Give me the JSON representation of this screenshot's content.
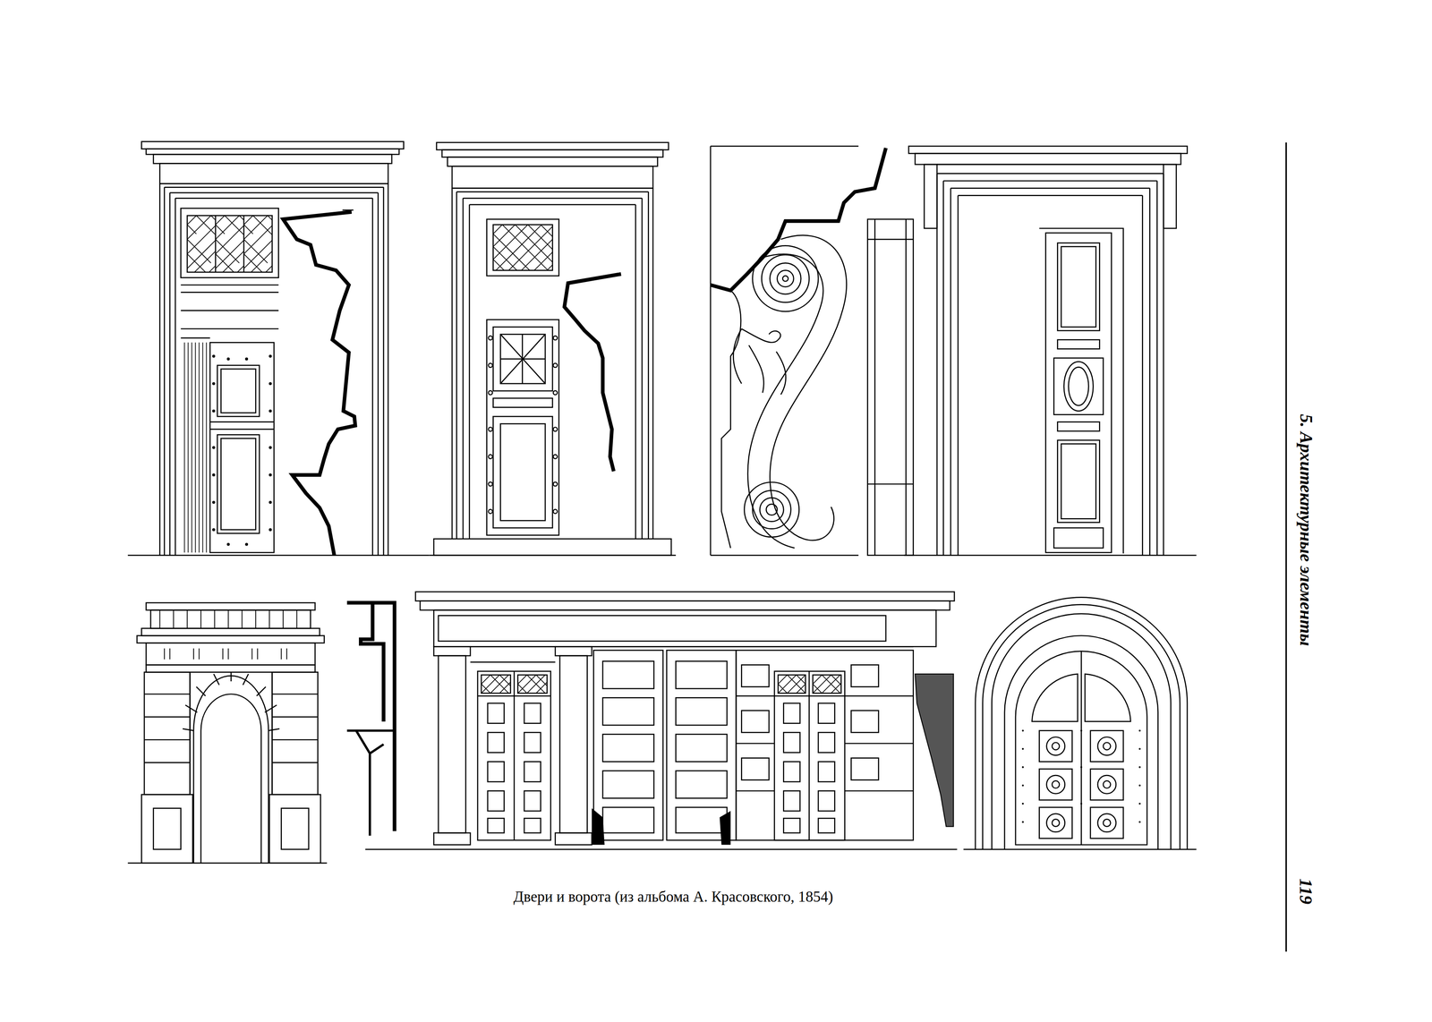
{
  "diagram": {
    "caption": "Двери и ворота (из альбома А. Красовского, 1854)",
    "labels": [
      "5. Архитектурные элементы",
      "119"
    ]
  }
}
